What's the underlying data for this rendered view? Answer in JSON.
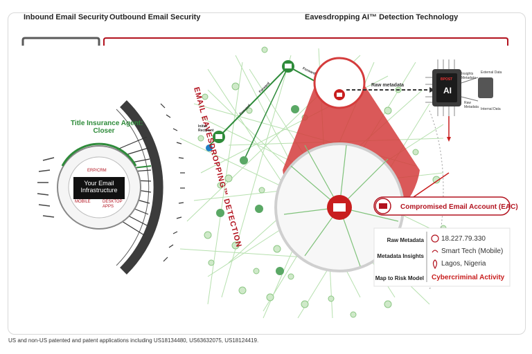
{
  "headers": {
    "inbound": "Inbound Email Security",
    "outbound": "Outbound Email Security",
    "eavesdropping_ai": "Eavesdropping AI™ Detection Technology"
  },
  "agent": {
    "line1": "Title Insurance Agent:",
    "line2": "Closer"
  },
  "infrastructure": {
    "line1": "Your Email",
    "line2": "Infrastructure",
    "erp_crm": "ERP/CRM",
    "mobile": "MOBILE",
    "desktop_apps": "DESKTOP APPS"
  },
  "arc_text": "EMAIL EAVESDROPPING™ DETECTION",
  "network": {
    "initial_recipient": "Initial Recipient",
    "forward_labels": [
      "Forward",
      "Forward",
      "Forward"
    ],
    "raw_metadata_arrow": "Raw metadata"
  },
  "ai_chip": {
    "brand": "BPOST",
    "label": "AI",
    "insights_metadata": "Insights Metadata",
    "raw_metadata": "Raw Metadata",
    "external_data": "External Data",
    "internal_data": "Internal Data"
  },
  "eac": {
    "title": "Compromised Email Account (EAC)"
  },
  "details": {
    "raw_metadata_label": "Raw Metadata",
    "metadata_insights_label": "Metadata Insights",
    "map_to_risk_label": "Map to Risk Model",
    "ip": "18.227.79.330",
    "device": "Smart Tech (Mobile)",
    "location": "Lagos, Nigeria",
    "risk": "Cybercriminal Activity"
  },
  "footer": "US and non-US patented and patent applications including US18134480, US63632075, US18124419.",
  "colors": {
    "brand_red": "#b2121e",
    "green_node": "#2e8b3a",
    "light_green": "#9fd39a",
    "dark_gray": "#3c3c3c"
  }
}
